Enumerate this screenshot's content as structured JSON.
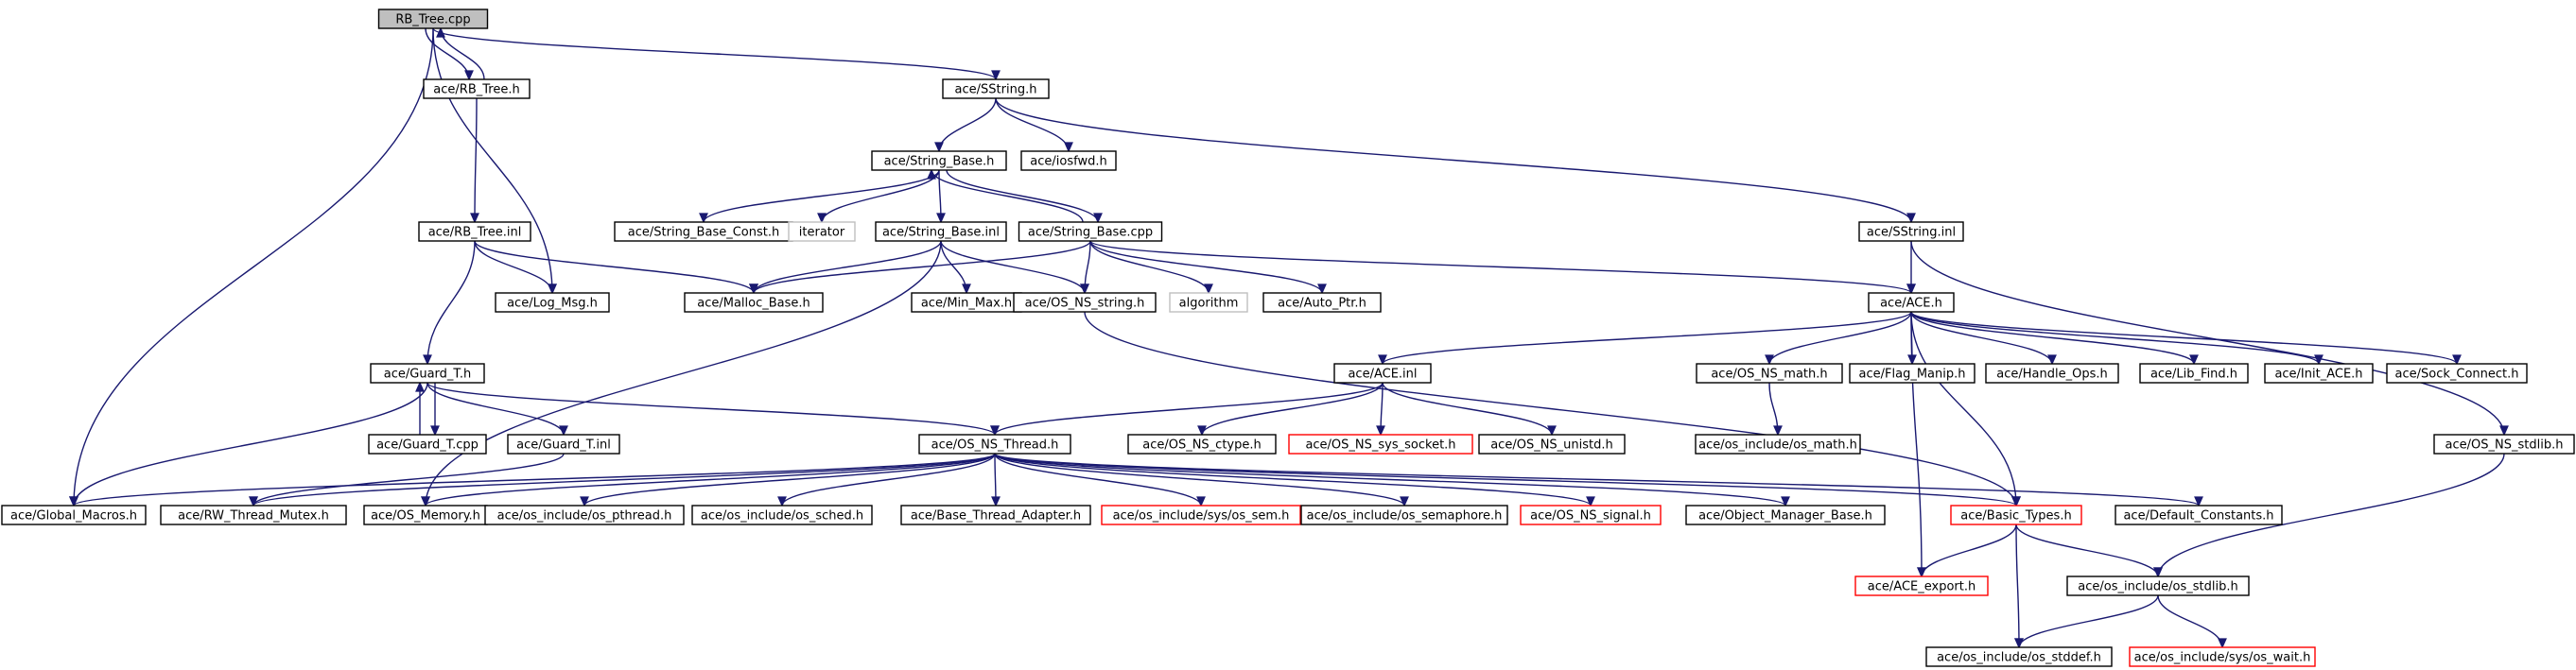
{
  "colors": {
    "edge": "#191970",
    "node_border": "#000000",
    "external_border": "#ff0000",
    "missing_border": "#bfbfbf",
    "root_fill": "#bfbfbf",
    "node_fill": "#ffffff"
  },
  "nodes": [
    {
      "id": "rbtree_cpp",
      "label": "RB_Tree.cpp",
      "kind": "root"
    },
    {
      "id": "rbtree_h",
      "label": "ace/RB_Tree.h",
      "kind": "normal"
    },
    {
      "id": "sstring_h",
      "label": "ace/SString.h",
      "kind": "normal"
    },
    {
      "id": "string_base_h",
      "label": "ace/String_Base.h",
      "kind": "normal"
    },
    {
      "id": "iosfwd_h",
      "label": "ace/iosfwd.h",
      "kind": "normal"
    },
    {
      "id": "rbtree_inl",
      "label": "ace/RB_Tree.inl",
      "kind": "normal"
    },
    {
      "id": "string_base_const_h",
      "label": "ace/String_Base_Const.h",
      "kind": "normal"
    },
    {
      "id": "iterator",
      "label": "iterator",
      "kind": "missing"
    },
    {
      "id": "string_base_inl",
      "label": "ace/String_Base.inl",
      "kind": "normal"
    },
    {
      "id": "string_base_cpp",
      "label": "ace/String_Base.cpp",
      "kind": "normal"
    },
    {
      "id": "sstring_inl",
      "label": "ace/SString.inl",
      "kind": "normal"
    },
    {
      "id": "log_msg_h",
      "label": "ace/Log_Msg.h",
      "kind": "normal"
    },
    {
      "id": "malloc_base_h",
      "label": "ace/Malloc_Base.h",
      "kind": "normal"
    },
    {
      "id": "min_max_h",
      "label": "ace/Min_Max.h",
      "kind": "normal"
    },
    {
      "id": "os_ns_string_h",
      "label": "ace/OS_NS_string.h",
      "kind": "normal"
    },
    {
      "id": "algorithm",
      "label": "algorithm",
      "kind": "missing"
    },
    {
      "id": "auto_ptr_h",
      "label": "ace/Auto_Ptr.h",
      "kind": "normal"
    },
    {
      "id": "ace_h",
      "label": "ace/ACE.h",
      "kind": "normal"
    },
    {
      "id": "guard_t_h",
      "label": "ace/Guard_T.h",
      "kind": "normal"
    },
    {
      "id": "ace_inl",
      "label": "ace/ACE.inl",
      "kind": "normal"
    },
    {
      "id": "os_ns_math_h",
      "label": "ace/OS_NS_math.h",
      "kind": "normal"
    },
    {
      "id": "flag_manip_h",
      "label": "ace/Flag_Manip.h",
      "kind": "normal"
    },
    {
      "id": "handle_ops_h",
      "label": "ace/Handle_Ops.h",
      "kind": "normal"
    },
    {
      "id": "lib_find_h",
      "label": "ace/Lib_Find.h",
      "kind": "normal"
    },
    {
      "id": "init_ace_h",
      "label": "ace/Init_ACE.h",
      "kind": "normal"
    },
    {
      "id": "sock_connect_h",
      "label": "ace/Sock_Connect.h",
      "kind": "normal"
    },
    {
      "id": "guard_t_cpp",
      "label": "ace/Guard_T.cpp",
      "kind": "normal"
    },
    {
      "id": "guard_t_inl",
      "label": "ace/Guard_T.inl",
      "kind": "normal"
    },
    {
      "id": "os_ns_thread_h",
      "label": "ace/OS_NS_Thread.h",
      "kind": "normal"
    },
    {
      "id": "os_ns_ctype_h",
      "label": "ace/OS_NS_ctype.h",
      "kind": "normal"
    },
    {
      "id": "os_ns_sys_socket_h",
      "label": "ace/OS_NS_sys_socket.h",
      "kind": "external"
    },
    {
      "id": "os_ns_unistd_h",
      "label": "ace/OS_NS_unistd.h",
      "kind": "normal"
    },
    {
      "id": "os_math_h",
      "label": "ace/os_include/os_math.h",
      "kind": "normal"
    },
    {
      "id": "os_ns_stdlib_h",
      "label": "ace/OS_NS_stdlib.h",
      "kind": "normal"
    },
    {
      "id": "global_macros_h",
      "label": "ace/Global_Macros.h",
      "kind": "normal"
    },
    {
      "id": "rw_thread_mutex_h",
      "label": "ace/RW_Thread_Mutex.h",
      "kind": "normal"
    },
    {
      "id": "os_memory_h",
      "label": "ace/OS_Memory.h",
      "kind": "normal"
    },
    {
      "id": "os_pthread_h",
      "label": "ace/os_include/os_pthread.h",
      "kind": "normal"
    },
    {
      "id": "os_sched_h",
      "label": "ace/os_include/os_sched.h",
      "kind": "normal"
    },
    {
      "id": "base_thread_adapter_h",
      "label": "ace/Base_Thread_Adapter.h",
      "kind": "normal"
    },
    {
      "id": "os_sem_h",
      "label": "ace/os_include/sys/os_sem.h",
      "kind": "external"
    },
    {
      "id": "os_semaphore_h",
      "label": "ace/os_include/os_semaphore.h",
      "kind": "normal"
    },
    {
      "id": "os_ns_signal_h",
      "label": "ace/OS_NS_signal.h",
      "kind": "external"
    },
    {
      "id": "object_manager_base_h",
      "label": "ace/Object_Manager_Base.h",
      "kind": "normal"
    },
    {
      "id": "basic_types_h",
      "label": "ace/Basic_Types.h",
      "kind": "external"
    },
    {
      "id": "default_constants_h",
      "label": "ace/Default_Constants.h",
      "kind": "normal"
    },
    {
      "id": "ace_export_h",
      "label": "ace/ACE_export.h",
      "kind": "external"
    },
    {
      "id": "os_stdlib_h",
      "label": "ace/os_include/os_stdlib.h",
      "kind": "normal"
    },
    {
      "id": "os_stddef_h",
      "label": "ace/os_include/os_stddef.h",
      "kind": "normal"
    },
    {
      "id": "os_wait_h",
      "label": "ace/os_include/sys/os_wait.h",
      "kind": "external"
    }
  ],
  "edges": [
    [
      "rbtree_cpp",
      "rbtree_h"
    ],
    [
      "rbtree_h",
      "rbtree_cpp"
    ],
    [
      "rbtree_cpp",
      "sstring_h"
    ],
    [
      "rbtree_cpp",
      "log_msg_h"
    ],
    [
      "rbtree_cpp",
      "global_macros_h"
    ],
    [
      "rbtree_h",
      "rbtree_inl"
    ],
    [
      "sstring_h",
      "string_base_h"
    ],
    [
      "sstring_h",
      "iosfwd_h"
    ],
    [
      "sstring_h",
      "sstring_inl"
    ],
    [
      "string_base_h",
      "string_base_const_h"
    ],
    [
      "string_base_h",
      "iterator"
    ],
    [
      "string_base_h",
      "string_base_inl"
    ],
    [
      "string_base_h",
      "string_base_cpp"
    ],
    [
      "string_base_cpp",
      "string_base_h"
    ],
    [
      "rbtree_inl",
      "log_msg_h"
    ],
    [
      "rbtree_inl",
      "malloc_base_h"
    ],
    [
      "rbtree_inl",
      "guard_t_h"
    ],
    [
      "string_base_inl",
      "malloc_base_h"
    ],
    [
      "string_base_inl",
      "min_max_h"
    ],
    [
      "string_base_inl",
      "os_ns_string_h"
    ],
    [
      "string_base_inl",
      "os_memory_h"
    ],
    [
      "string_base_cpp",
      "malloc_base_h"
    ],
    [
      "string_base_cpp",
      "os_ns_string_h"
    ],
    [
      "string_base_cpp",
      "algorithm"
    ],
    [
      "string_base_cpp",
      "auto_ptr_h"
    ],
    [
      "string_base_cpp",
      "ace_h"
    ],
    [
      "sstring_inl",
      "ace_h"
    ],
    [
      "sstring_inl",
      "os_ns_stdlib_h"
    ],
    [
      "os_ns_string_h",
      "basic_types_h"
    ],
    [
      "ace_h",
      "ace_inl"
    ],
    [
      "ace_h",
      "os_ns_math_h"
    ],
    [
      "ace_h",
      "flag_manip_h"
    ],
    [
      "ace_h",
      "handle_ops_h"
    ],
    [
      "ace_h",
      "lib_find_h"
    ],
    [
      "ace_h",
      "init_ace_h"
    ],
    [
      "ace_h",
      "sock_connect_h"
    ],
    [
      "ace_h",
      "basic_types_h"
    ],
    [
      "ace_h",
      "ace_export_h"
    ],
    [
      "guard_t_h",
      "guard_t_cpp"
    ],
    [
      "guard_t_cpp",
      "guard_t_h"
    ],
    [
      "guard_t_h",
      "guard_t_inl"
    ],
    [
      "guard_t_h",
      "global_macros_h"
    ],
    [
      "guard_t_h",
      "os_ns_thread_h"
    ],
    [
      "guard_t_inl",
      "rw_thread_mutex_h"
    ],
    [
      "ace_inl",
      "os_ns_thread_h"
    ],
    [
      "ace_inl",
      "os_ns_ctype_h"
    ],
    [
      "ace_inl",
      "os_ns_sys_socket_h"
    ],
    [
      "ace_inl",
      "os_ns_unistd_h"
    ],
    [
      "os_ns_math_h",
      "os_math_h"
    ],
    [
      "os_ns_stdlib_h",
      "os_stdlib_h"
    ],
    [
      "os_ns_thread_h",
      "global_macros_h"
    ],
    [
      "os_ns_thread_h",
      "rw_thread_mutex_h"
    ],
    [
      "os_ns_thread_h",
      "os_memory_h"
    ],
    [
      "os_ns_thread_h",
      "os_pthread_h"
    ],
    [
      "os_ns_thread_h",
      "os_sched_h"
    ],
    [
      "os_ns_thread_h",
      "base_thread_adapter_h"
    ],
    [
      "os_ns_thread_h",
      "os_sem_h"
    ],
    [
      "os_ns_thread_h",
      "os_semaphore_h"
    ],
    [
      "os_ns_thread_h",
      "os_ns_signal_h"
    ],
    [
      "os_ns_thread_h",
      "object_manager_base_h"
    ],
    [
      "os_ns_thread_h",
      "basic_types_h"
    ],
    [
      "os_ns_thread_h",
      "default_constants_h"
    ],
    [
      "basic_types_h",
      "ace_export_h"
    ],
    [
      "basic_types_h",
      "os_stdlib_h"
    ],
    [
      "basic_types_h",
      "os_stddef_h"
    ],
    [
      "os_stdlib_h",
      "os_stddef_h"
    ],
    [
      "os_stdlib_h",
      "os_wait_h"
    ]
  ]
}
